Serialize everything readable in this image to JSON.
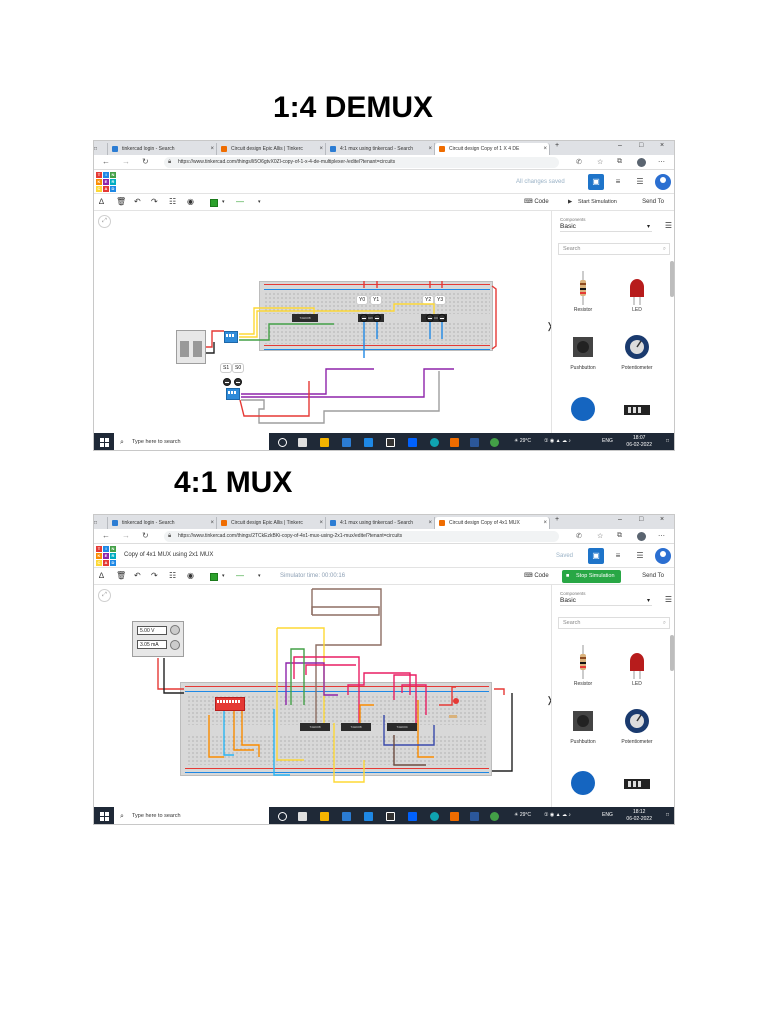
{
  "headings": {
    "demux": "1:4 DEMUX",
    "mux": "4:1 MUX"
  },
  "demux": {
    "tabs": [
      "tinkercad login - Search",
      "Circuit design Epic Allis | Tinkerc",
      "4:1 mux using tinkercad - Search",
      "Circuit design Copy of 1 X 4 DE"
    ],
    "url": "https://www.tinkercad.com/things/li5O6gtvX0Zl-copy-of-1-x-4-de-multiplexer-/editel?tenant=circuits",
    "design_title": "",
    "save_status": "All changes saved",
    "sim_time": "",
    "code_label": "Code",
    "sim_button": "Start Simulation",
    "send_to": "Send To",
    "components_caption": "Components",
    "components_value": "Basic",
    "search_placeholder": "Search",
    "parts": [
      "Resistor",
      "LED",
      "Pushbutton",
      "Potentiometer"
    ],
    "led_labels": [
      "Y0",
      "Y1",
      "Y2",
      "Y3"
    ],
    "select_labels": [
      "S1",
      "S0"
    ],
    "psu": null,
    "taskbar_search": "Type here to search",
    "weather": "29°C",
    "lang": "ENG",
    "time": "18:07",
    "date": "06-02-2022"
  },
  "mux": {
    "tabs": [
      "tinkercad login - Search",
      "Circuit design Epic Allis | Tinkerc",
      "4:1 mux using tinkercad - Search",
      "Circuit design Copy of 4x1 MUX"
    ],
    "url": "https://www.tinkercad.com/things/2TCkEzkBKi-copy-of-4x1-mux-using-2x1-mux/editel?tenant=circuits",
    "design_title": "Copy of 4x1 MUX using 2x1 MUX",
    "save_status": "Saved",
    "sim_time": "Simulator time: 00:00:16",
    "code_label": "Code",
    "sim_button": "Stop Simulation",
    "send_to": "Send To",
    "components_caption": "Components",
    "components_value": "Basic",
    "search_placeholder": "Search",
    "parts": [
      "Resistor",
      "LED",
      "Pushbutton",
      "Potentiometer"
    ],
    "psu": {
      "voltage": "5.00 V",
      "current": "3.05 mA"
    },
    "taskbar_search": "Type here to search",
    "weather": "29°C",
    "lang": "ENG",
    "time": "18:12",
    "date": "06-02-2022"
  },
  "colors": {
    "accent": "#1e74c9",
    "running": "#28a745",
    "taskbar": "#1f2937"
  }
}
